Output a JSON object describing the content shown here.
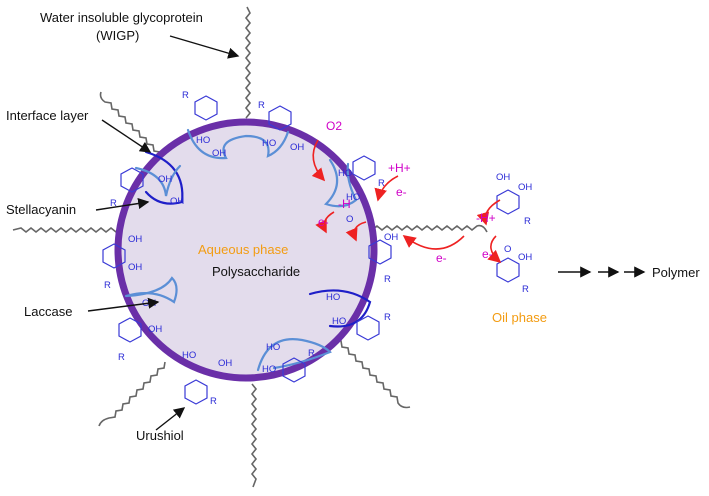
{
  "labels": {
    "wigp_line1": "Water insoluble glycoprotein",
    "wigp_line2": "(WIGP)",
    "interface_layer": "Interface layer",
    "stellacyanin": "Stellacyanin",
    "laccase": "Laccase",
    "urushiol": "Urushiol",
    "aqueous_phase": "Aqueous phase",
    "polysaccharide": "Polysaccharide",
    "oil_phase": "Oil phase",
    "polymer": "Polymer"
  },
  "chem": {
    "oh": "OH",
    "ho": "HO",
    "r": "R",
    "o2": "O2",
    "plus_h": "+H+",
    "minus_h": "-H+",
    "h_minus": "-H",
    "e_minus": "e-",
    "o_dot": "O"
  },
  "colors": {
    "membrane": "#6a2fa8",
    "interior": "#e3dcec",
    "protein_light": "#5b8fd6",
    "protein_dark": "#1f1fc8",
    "ring": "#3a3ad6",
    "red_arrow": "#ee2222",
    "magenta": "#d000c8",
    "orange": "#f39c12",
    "chain": "#666666"
  }
}
